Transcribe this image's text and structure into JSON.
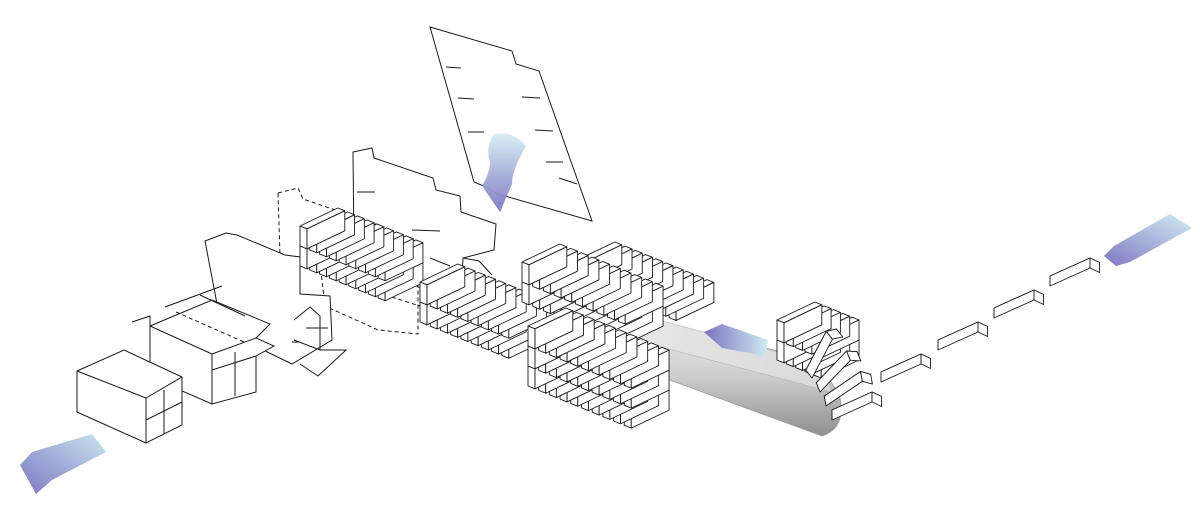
{
  "diagram": {
    "kind": "isometric packaging line",
    "stroke_color": "#1a1a1a",
    "fill_color": "#ffffff",
    "arrow_gradient": [
      "#7f78c4",
      "#c6e6ee"
    ],
    "conveyor_gradient": [
      "#eeeeee",
      "#9a9a9a"
    ],
    "flow": [
      "carton-blank-stack",
      "carton-erecting",
      "carton-loading",
      "grouping",
      "conveyor-collation",
      "infeed-products"
    ],
    "arrows": [
      {
        "name": "outfeed-arrow",
        "direction": "down-left"
      },
      {
        "name": "infeed-arrow",
        "direction": "down-left"
      },
      {
        "name": "conveyor-flow-arrow",
        "direction": "left"
      },
      {
        "name": "blank-feed-arrow",
        "direction": "down"
      }
    ],
    "infeed_item_count": 4,
    "tipping_item_count": 4
  }
}
